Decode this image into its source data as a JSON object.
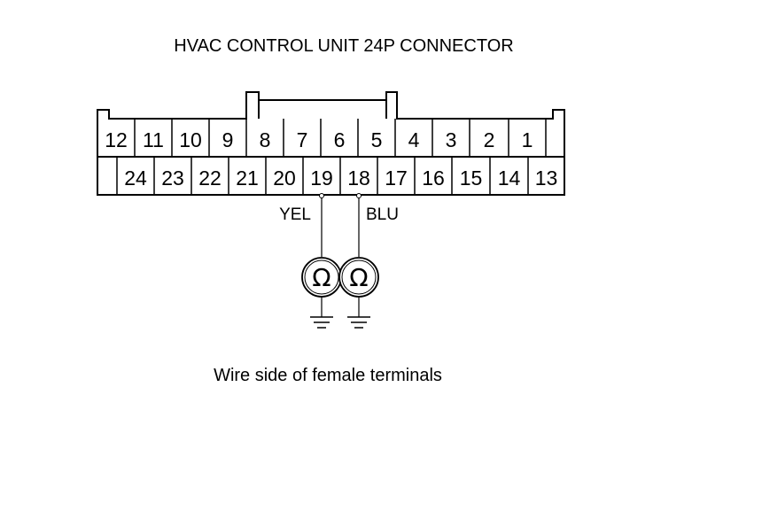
{
  "diagram": {
    "title": "HVAC CONTROL UNIT 24P CONNECTOR",
    "top_row_pins": [
      "12",
      "11",
      "10",
      "9",
      "8",
      "7",
      "6",
      "5",
      "4",
      "3",
      "2",
      "1"
    ],
    "bottom_row_pins": [
      "24",
      "23",
      "22",
      "21",
      "20",
      "19",
      "18",
      "17",
      "16",
      "15",
      "14",
      "13"
    ],
    "probes": [
      {
        "pin": "19",
        "wire_color": "YEL",
        "meter_symbol": "Ω",
        "icon": "ohmmeter-icon",
        "ground_icon": "ground-icon"
      },
      {
        "pin": "18",
        "wire_color": "BLU",
        "meter_symbol": "Ω",
        "icon": "ohmmeter-icon",
        "ground_icon": "ground-icon"
      }
    ],
    "caption": "Wire side of female terminals"
  }
}
